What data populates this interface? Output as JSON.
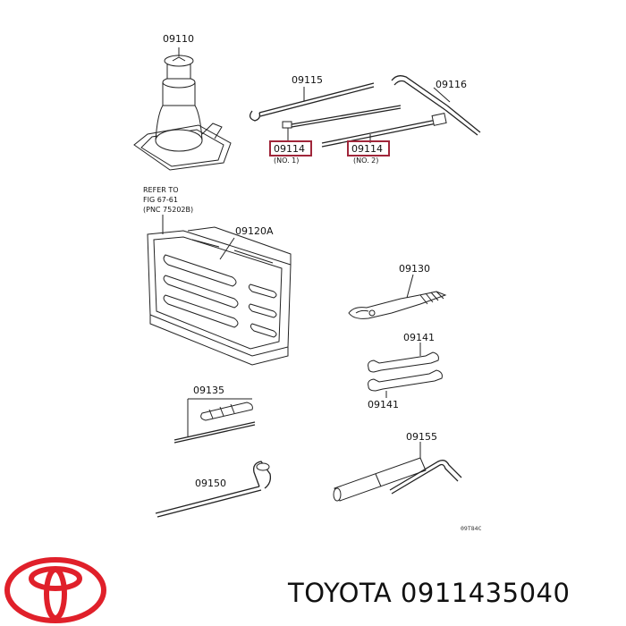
{
  "labels": {
    "jack": "09110",
    "handle": "09115",
    "crank": "09116",
    "ext1": "09114",
    "ext1_no": "(NO. 1)",
    "ext2": "09114",
    "ext2_no": "(NO. 2)",
    "refer_line1": "REFER TO",
    "refer_line2": "FIG 67-61",
    "refer_line3": "(PNC 75202B)",
    "tray": "09120A",
    "pliers": "09130",
    "wrench_a": "09141",
    "wrench_b": "09141",
    "screwdriver": "09135",
    "lugwrench": "09150",
    "socket": "09155",
    "drawing_code": "09T84C"
  },
  "footer": {
    "brand": "TOYOTA",
    "part_number": "0911435040",
    "text": "TOYOTA 0911435040"
  },
  "colors": {
    "highlight": "#a0263a",
    "logo": "#e0202a",
    "ink": "#222222"
  },
  "icons": {
    "logo": "toyota-logo-icon"
  }
}
